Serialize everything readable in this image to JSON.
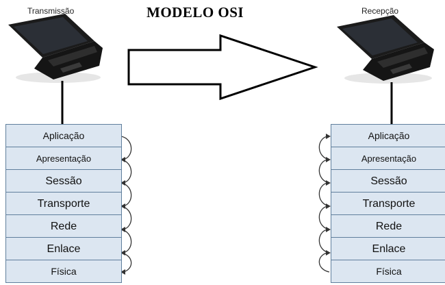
{
  "title": "MODELO OSI",
  "left": {
    "caption": "Transmissão",
    "layers": [
      "Aplicação",
      "Apresentação",
      "Sessão",
      "Transporte",
      "Rede",
      "Enlace",
      "Física"
    ]
  },
  "right": {
    "caption": "Recepção",
    "layers": [
      "Aplicação",
      "Apresentação",
      "Sessão",
      "Transporte",
      "Rede",
      "Enlace",
      "Física"
    ]
  },
  "icons": {
    "laptop_left": "laptop-icon",
    "laptop_right": "laptop-icon",
    "arrow": "block-arrow-right"
  }
}
